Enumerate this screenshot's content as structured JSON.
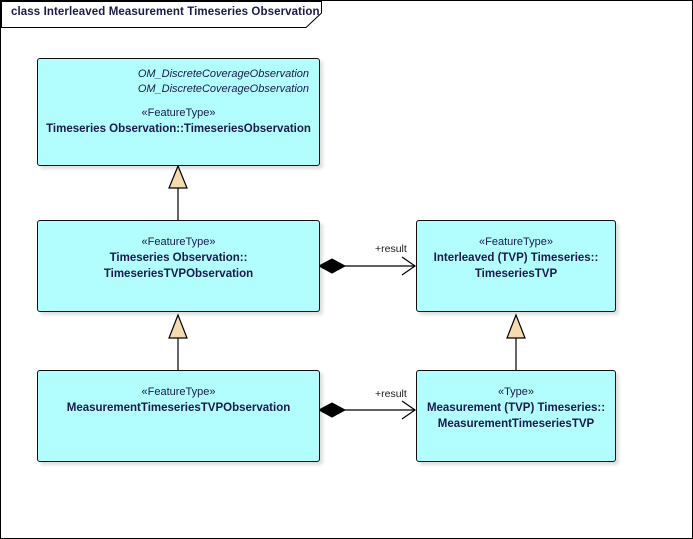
{
  "frame": {
    "keyword": "class",
    "title": "class Interleaved Measurement Timeseries Observation",
    "border_color": "#000000"
  },
  "theme": {
    "class_fill": "#b2fdfd",
    "class_border": "#101010",
    "generalization_fill": "#f5dcb0",
    "text_color": "#1a1a4e",
    "diamond_fill": "#000000"
  },
  "classes": [
    {
      "id": "timeseries-observation",
      "taglines": [
        "OM_DiscreteCoverageObservation",
        "OM_DiscreteCoverageObservation"
      ],
      "stereotype": "«FeatureType»",
      "name_lines": [
        "Timeseries Observation::TimeseriesObservation"
      ]
    },
    {
      "id": "timeseries-tvp-observation",
      "taglines": [],
      "stereotype": "«FeatureType»",
      "name_lines": [
        "Timeseries Observation::",
        "TimeseriesTVPObservation"
      ]
    },
    {
      "id": "timeseries-tvp",
      "taglines": [],
      "stereotype": "«FeatureType»",
      "name_lines": [
        "Interleaved (TVP) Timeseries::",
        "TimeseriesTVP"
      ]
    },
    {
      "id": "measurement-timeseries-tvp-observation",
      "taglines": [],
      "stereotype": "«FeatureType»",
      "name_lines": [
        "MeasurementTimeseriesTVPObservation"
      ]
    },
    {
      "id": "measurement-timeseries-tvp",
      "taglines": [],
      "stereotype": "«Type»",
      "name_lines": [
        "Measurement (TVP) Timeseries::",
        "MeasurementTimeseriesTVP"
      ]
    }
  ],
  "associations": [
    {
      "id": "assoc-upper-result",
      "label": "+result"
    },
    {
      "id": "assoc-lower-result",
      "label": "+result"
    }
  ]
}
